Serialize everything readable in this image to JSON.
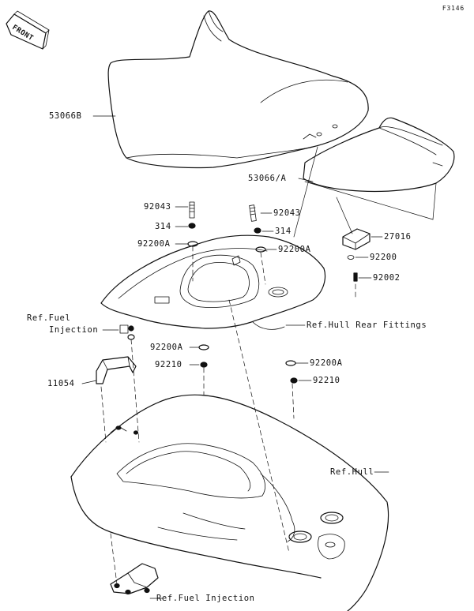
{
  "figure_code": "F3146",
  "front_label": "FRONT",
  "parts": [
    {
      "id": "p1",
      "label": "53066B"
    },
    {
      "id": "p2",
      "label": "53066/A"
    },
    {
      "id": "p3",
      "label": "92043"
    },
    {
      "id": "p4",
      "label": "314"
    },
    {
      "id": "p5",
      "label": "92200A"
    },
    {
      "id": "p6",
      "label": "92043"
    },
    {
      "id": "p7",
      "label": "314"
    },
    {
      "id": "p8",
      "label": "92200A"
    },
    {
      "id": "p9",
      "label": "27016"
    },
    {
      "id": "p10",
      "label": "92200"
    },
    {
      "id": "p11",
      "label": "92002"
    },
    {
      "id": "p12",
      "label": "Ref.Fuel"
    },
    {
      "id": "p13",
      "label": "Injection"
    },
    {
      "id": "p14",
      "label": "Ref.Hull Rear Fittings"
    },
    {
      "id": "p15",
      "label": "92200A"
    },
    {
      "id": "p16",
      "label": "92210"
    },
    {
      "id": "p17",
      "label": "92200A"
    },
    {
      "id": "p18",
      "label": "92210"
    },
    {
      "id": "p19",
      "label": "11054"
    },
    {
      "id": "p20",
      "label": "Ref.Hull"
    },
    {
      "id": "p21",
      "label": "Ref.Fuel Injection"
    }
  ]
}
